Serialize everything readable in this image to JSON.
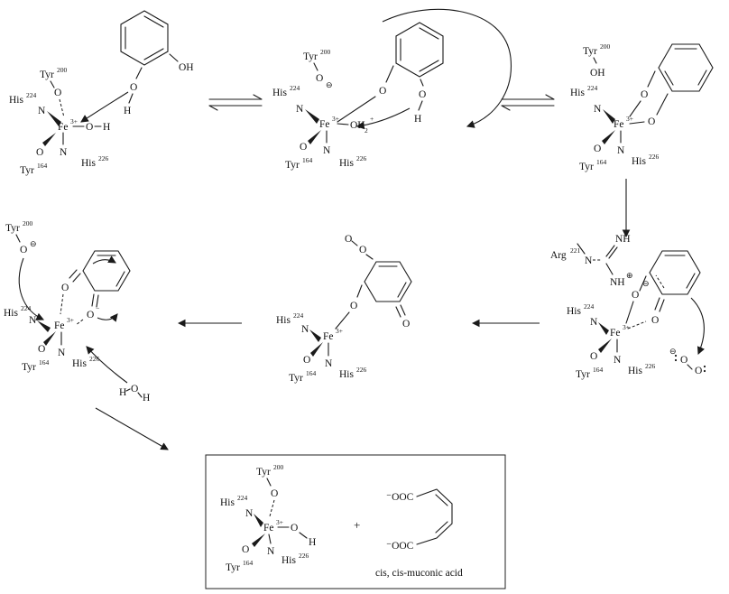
{
  "residues": {
    "tyr": "Tyr",
    "sup200": "200",
    "sup164": "164",
    "his": "His",
    "sup224": "224",
    "sup226": "226",
    "arg": "Arg",
    "sup221": "221"
  },
  "metal": {
    "symbol": "Fe",
    "charge": "3+"
  },
  "atoms": {
    "n": "N",
    "o": "O",
    "h": "H",
    "oh": "OH",
    "nh": "NH"
  },
  "water_ligand": {
    "base": "OH",
    "sub": "2",
    "charge": "+"
  },
  "charges": {
    "circled_minus": "⊖",
    "circled_plus": "⊕",
    "minus": "−"
  },
  "product": {
    "carboxylate": "⁻OOC",
    "plus": "+",
    "caption": "cis, cis-muconic acid"
  }
}
